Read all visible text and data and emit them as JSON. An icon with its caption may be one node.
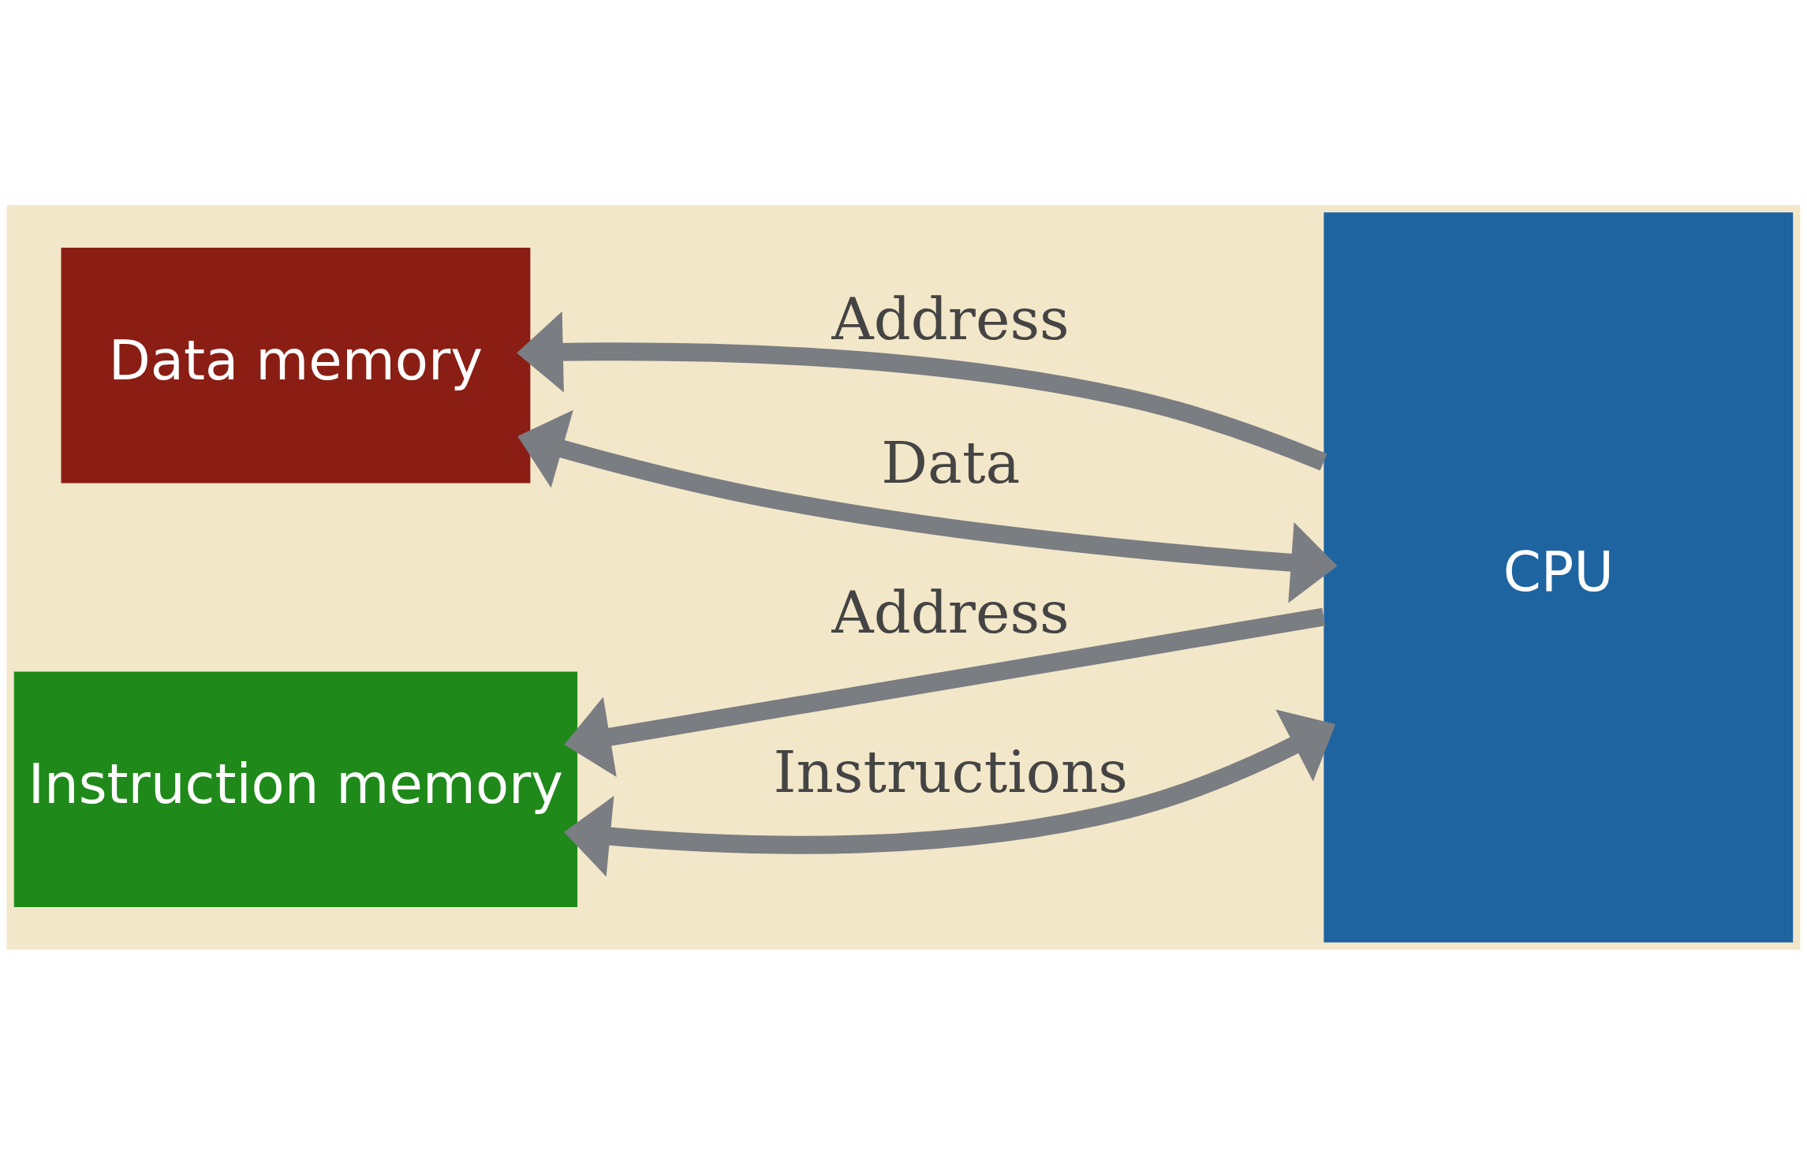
{
  "diagram": {
    "nodes": [
      {
        "text": [
          "Data memory"
        ]
      },
      {
        "text": [
          "CPU"
        ]
      },
      {
        "text": [
          "Instruction memory"
        ]
      }
    ],
    "edges": [
      {
        "from": 1,
        "to": 0,
        "arrow": "to",
        "label": "Address"
      },
      {
        "from": 1,
        "to": 0,
        "arrow": "both",
        "label": "Data"
      },
      {
        "from": 1,
        "to": 2,
        "arrow": "to",
        "label": "Address"
      },
      {
        "from": 1,
        "to": 2,
        "arrow": "both",
        "label": "Instructions"
      }
    ]
  }
}
